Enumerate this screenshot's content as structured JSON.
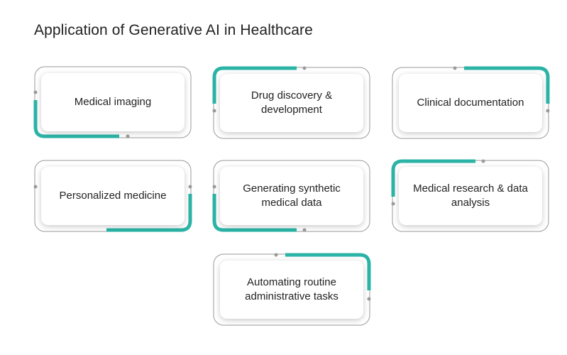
{
  "title": "Application of Generative AI in Healthcare",
  "colors": {
    "accent": "#2bb3a6",
    "frame": "#9a9a9a",
    "text": "#222222"
  },
  "items": [
    {
      "label": "Medical imaging"
    },
    {
      "label": "Drug discovery & development"
    },
    {
      "label": "Clinical documentation"
    },
    {
      "label": "Personalized medicine"
    },
    {
      "label": "Generating synthetic medical data"
    },
    {
      "label": "Medical research & data analysis"
    },
    {
      "label": "Automating routine administrative tasks"
    }
  ]
}
